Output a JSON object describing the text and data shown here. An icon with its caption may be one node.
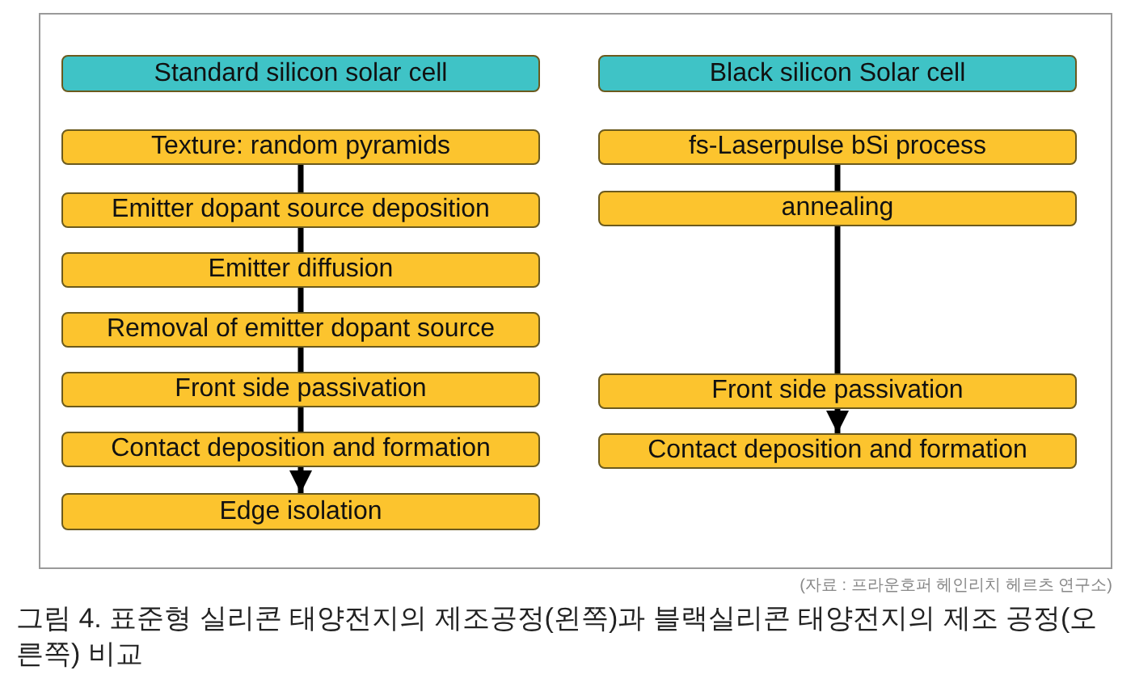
{
  "diagram": {
    "caption": "그림 4. 표준형 실리콘 태양전지의 제조공정(왼쪽)과 블랙실리콘 태양전지의 제조 공정(오른쪽) 비교",
    "nodes": [
      {
        "text": [
          "Standard silicon solar cell"
        ]
      },
      {
        "text": [
          "Texture: random pyramids"
        ]
      },
      {
        "text": [
          "Emitter dopant source deposition"
        ]
      },
      {
        "text": [
          "Emitter diffusion"
        ]
      },
      {
        "text": [
          "Removal of emitter dopant source"
        ]
      },
      {
        "text": [
          "Front side passivation"
        ]
      },
      {
        "text": [
          "Contact deposition and formation"
        ]
      },
      {
        "text": [
          "Edge isolation"
        ]
      },
      {
        "text": [
          "Black silicon Solar cell"
        ]
      },
      {
        "text": [
          "fs-Laserpulse bSi process"
        ]
      },
      {
        "text": [
          "annealing"
        ]
      },
      {
        "text": [
          "Front side passivation"
        ]
      },
      {
        "text": [
          "Contact deposition and formation"
        ]
      }
    ],
    "edges": [
      {
        "from": 1,
        "to": 2,
        "arrow": "none"
      },
      {
        "from": 2,
        "to": 3,
        "arrow": "none"
      },
      {
        "from": 3,
        "to": 4,
        "arrow": "none"
      },
      {
        "from": 4,
        "to": 5,
        "arrow": "none"
      },
      {
        "from": 5,
        "to": 6,
        "arrow": "none"
      },
      {
        "from": 6,
        "to": 7,
        "arrow": "to"
      },
      {
        "from": 9,
        "to": 10,
        "arrow": "none"
      },
      {
        "from": 10,
        "to": 11,
        "arrow": "none"
      },
      {
        "from": 11,
        "to": 12,
        "arrow": "to"
      }
    ],
    "labels": [
      "(자료 : 프라운호퍼 헤인리치 헤르츠 연구소)"
    ]
  }
}
